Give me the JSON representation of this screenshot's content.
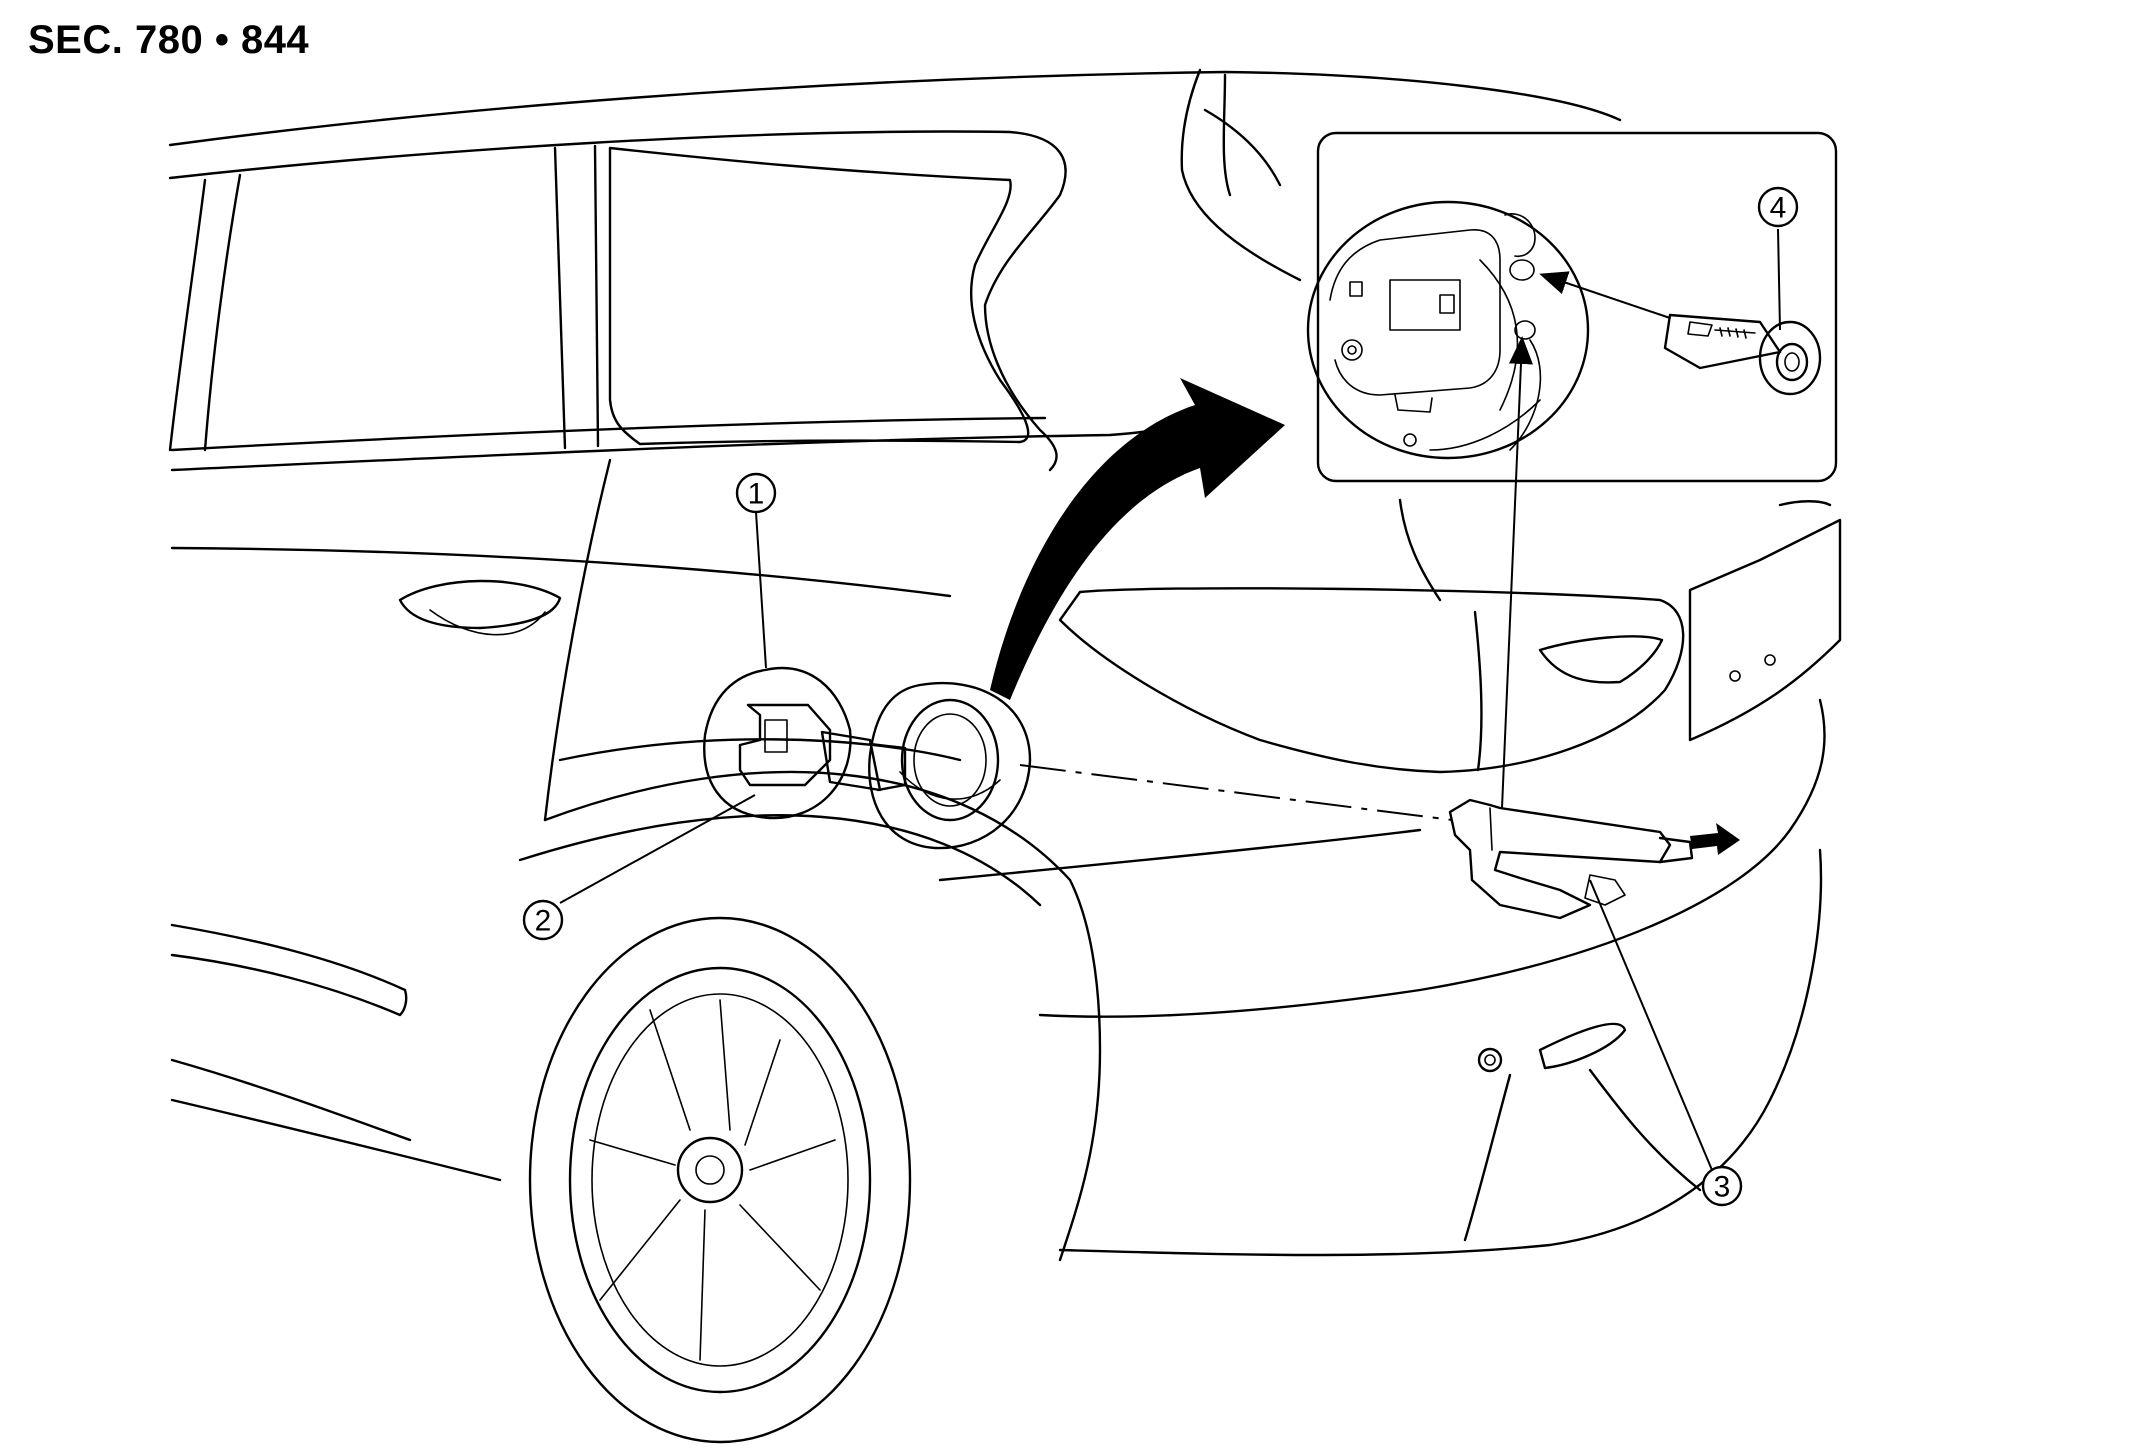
{
  "section_label": "SEC. 780 • 844",
  "callouts": [
    {
      "id": "1",
      "text": "1"
    },
    {
      "id": "2",
      "text": "2"
    },
    {
      "id": "3",
      "text": "3"
    },
    {
      "id": "4",
      "text": "4"
    }
  ],
  "colors": {
    "line": "#000000",
    "background": "#ffffff"
  }
}
